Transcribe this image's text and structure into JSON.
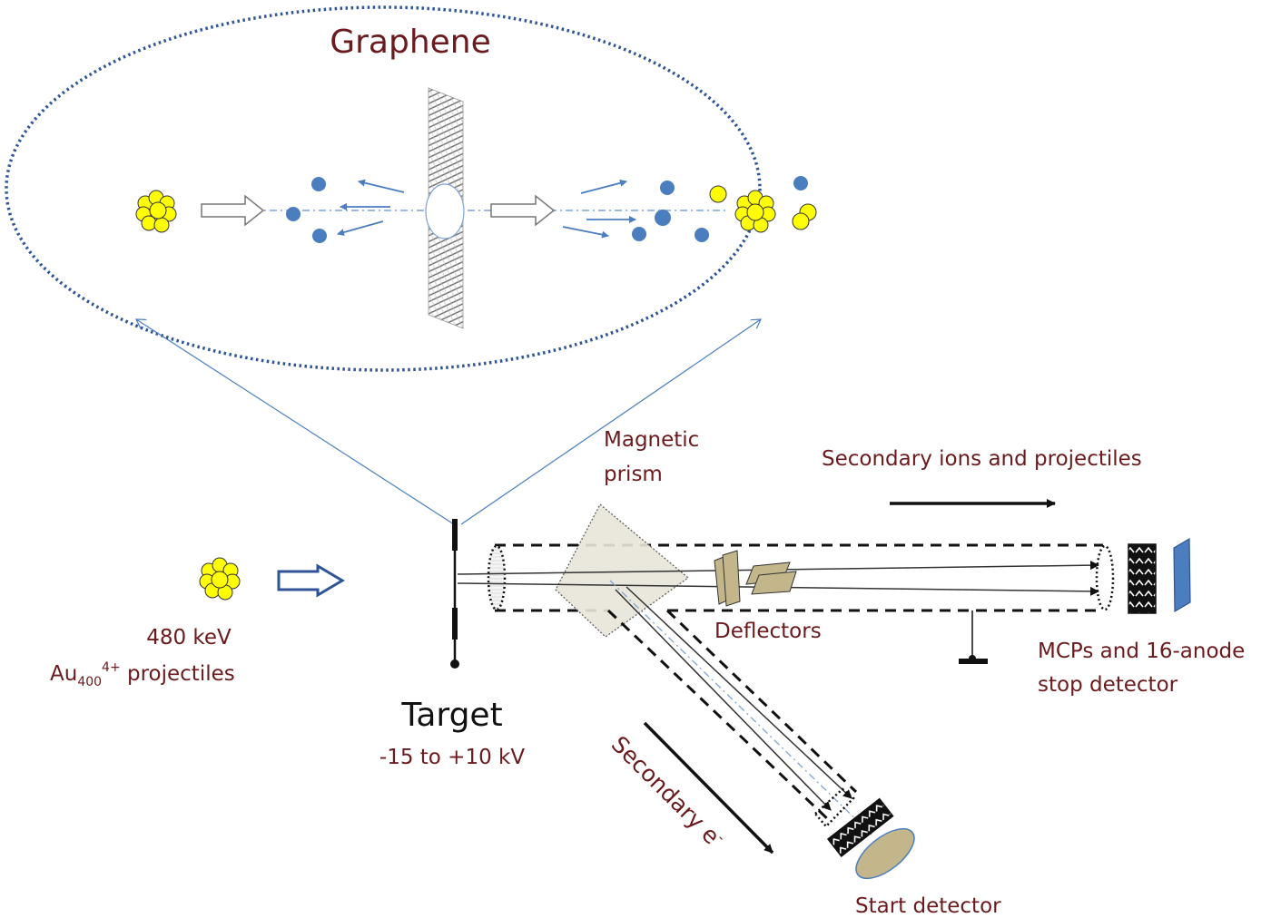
{
  "inset": {
    "title": "Graphene"
  },
  "labels": {
    "projectile_energy": "480 keV",
    "projectile_species_base": "Au",
    "projectile_species_subscript": "400",
    "projectile_species_superscript": "4+",
    "projectile_species_suffix": " projectiles",
    "target": "Target",
    "target_voltage": "-15 to +10 kV",
    "magnetic_prism_line1": "Magnetic",
    "magnetic_prism_line2": "prism",
    "secondary_ions": "Secondary ions and projectiles",
    "deflectors": "Deflectors",
    "stop_detector_line1": "MCPs and 16-anode",
    "stop_detector_line2": "stop detector",
    "secondary_electrons": "Secondary e",
    "secondary_electrons_superscript": "-",
    "start_detector": "Start detector"
  },
  "colors": {
    "label_text": "#6b1a1d",
    "cluster_yellow": "#ffff00",
    "particle_blue": "#4a7ebf",
    "inset_border": "#2f5597",
    "beam_arrow_blue": "#2f5597",
    "prism_fill": "#e8e4d8",
    "deflector_fill": "#c2b68a",
    "anode_blue": "#4a7ebf"
  },
  "icons": {
    "projectile_cluster": "gold-cluster-icon",
    "beam_direction": "hollow-arrow-icon",
    "ground": "ground-symbol-icon"
  }
}
